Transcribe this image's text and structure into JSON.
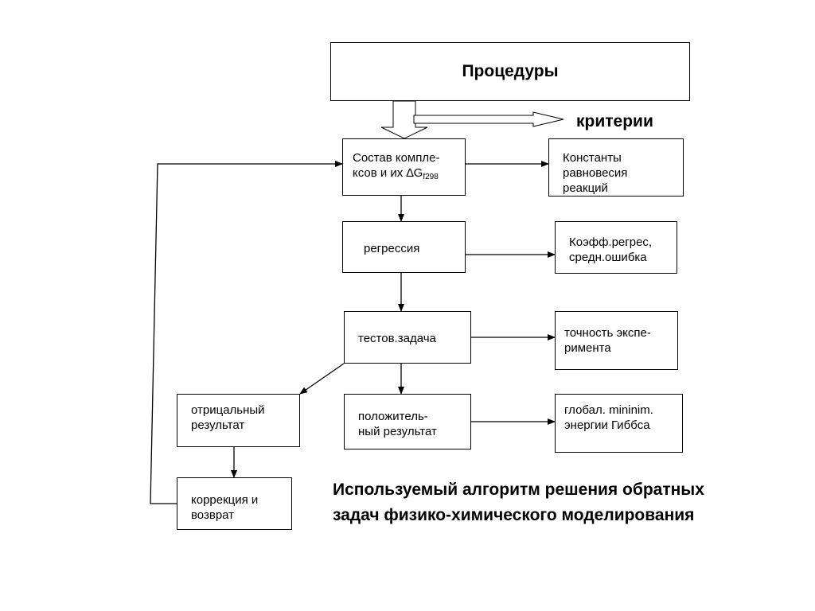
{
  "header": {
    "title": "Процедуры"
  },
  "criteria_label": "критерии",
  "boxes": {
    "composition": {
      "line1": "Состав компле-",
      "line2_prefix": "ксов и их ",
      "delta": "∆G",
      "subscript": "f298"
    },
    "constants": {
      "line1": "Константы",
      "line2": "равновесия",
      "line3": "реакций"
    },
    "regression": {
      "line1": "регрессия"
    },
    "coefficients": {
      "line1": "Коэфф.регрес,",
      "line2": "средн.ошибка"
    },
    "test_task": {
      "line1": "тестов.задача"
    },
    "accuracy": {
      "line1": "точность экспе-",
      "line2": "римента"
    },
    "negative": {
      "line1": "отрицальный",
      "line2": "результат"
    },
    "positive": {
      "line1": "положитель-",
      "line2": "ный результат"
    },
    "global_min": {
      "line1": "глобал. mininim.",
      "line2": "энергии Гиббса"
    },
    "correction": {
      "line1": "коррекция и",
      "line2": "возврат"
    }
  },
  "caption": {
    "line1": "Используемый алгоритм решения обратных",
    "line2": "задач физико-химического моделирования"
  }
}
